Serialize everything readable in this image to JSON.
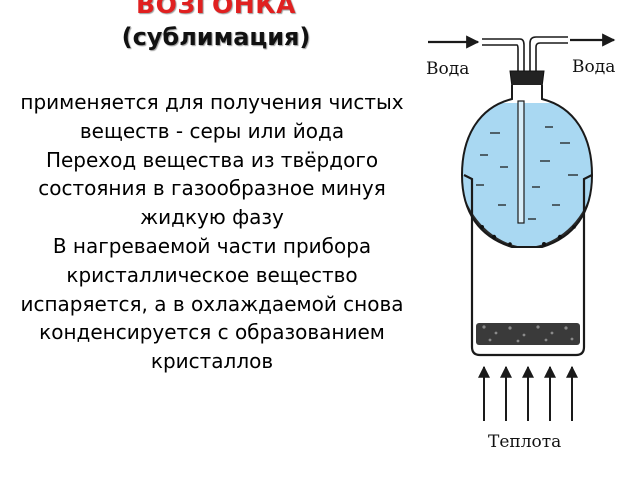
{
  "title": {
    "main": "ВОЗГОНКА",
    "sub": "(сублимация)"
  },
  "paragraphs": [
    "применяется для получения чистых веществ - серы или йода",
    "Переход вещества из твёрдого состояния в газообразное минуя жидкую фазу",
    "В нагреваемой части прибора кристаллическое вещество испаряется, а в охлаждаемой снова конденсируется с образованием кристаллов"
  ],
  "figure": {
    "label_water_in": "Вода",
    "label_water_out": "Вода",
    "label_heat": "Теплота"
  },
  "colors": {
    "title_red": "#e02020",
    "water_blue": "#a9d8f2",
    "outline": "#1a1a1a"
  }
}
